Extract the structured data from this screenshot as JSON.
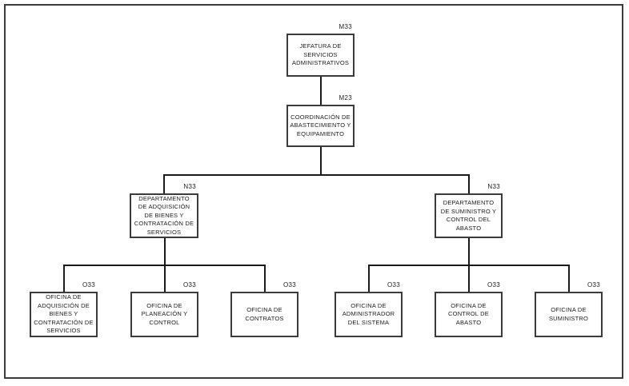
{
  "org": {
    "root": {
      "code": "M33",
      "title": "JEFATURA DE\nSERVICIOS\nADMINISTRATIVOS"
    },
    "coordination": {
      "code": "M23",
      "title": "COORDINACIÓN DE\nABASTECIMIENTO Y\nEQUIPAMIENTO"
    },
    "departments": [
      {
        "code": "N33",
        "title": "DEPARTAMENTO\nDE ADQUISICIÓN\nDE BIENES Y\nCONTRATACIÓN DE\nSERVICIOS",
        "offices": [
          {
            "code": "O33",
            "title": "OFICINA DE\nADQUISICIÓN DE\nBIENES Y\nCONTRATACIÓN DE\nSERVICIOS"
          },
          {
            "code": "O33",
            "title": "OFICINA DE\nPLANEACIÓN Y\nCONTROL"
          },
          {
            "code": "O33",
            "title": "OFICINA DE\nCONTRATOS"
          }
        ]
      },
      {
        "code": "N33",
        "title": "DEPARTAMENTO\nDE SUMINISTRO Y\nCONTROL DEL\nABASTO",
        "offices": [
          {
            "code": "O33",
            "title": "OFICINA DE\nADMINISTRADOR\nDEL SISTEMA"
          },
          {
            "code": "O33",
            "title": "OFICINA DE\nCONTROL DE\nABASTO"
          },
          {
            "code": "O33",
            "title": "OFICINA DE\nSUMINISTRO"
          }
        ]
      }
    ],
    "colors": {
      "line": "#1a1a1a",
      "box_border": "#3c3c3c",
      "text": "#1c1c1c",
      "background": "#ffffff"
    }
  }
}
